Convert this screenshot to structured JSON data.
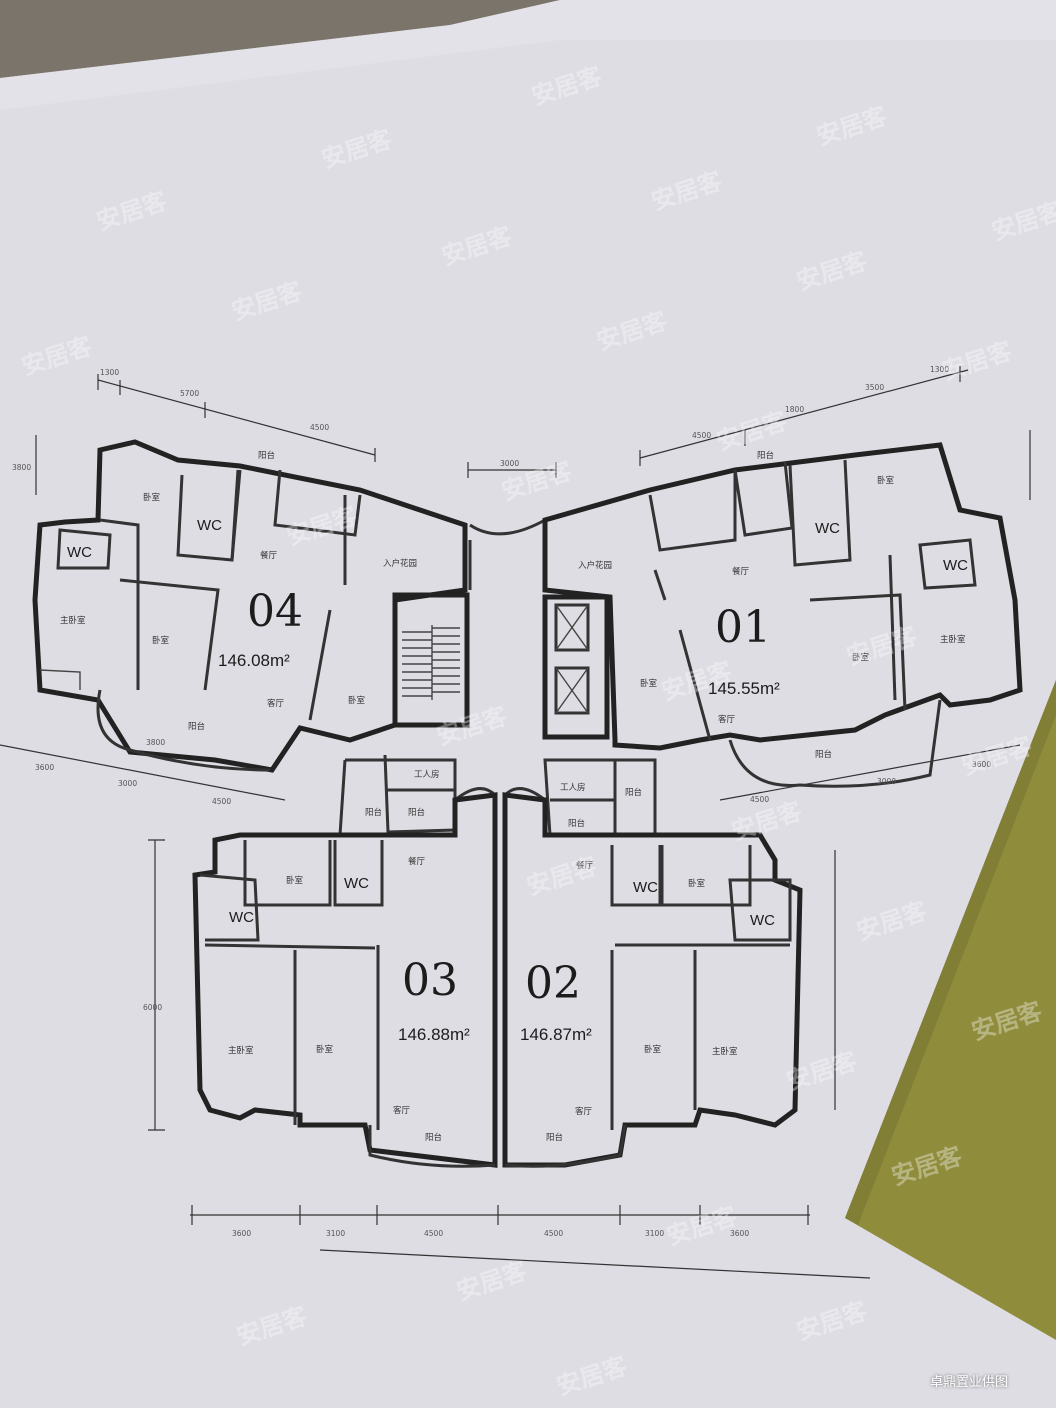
{
  "units": [
    {
      "id": "04",
      "area": "146.08m²"
    },
    {
      "id": "01",
      "area": "145.55m²"
    },
    {
      "id": "03",
      "area": "146.88m²"
    },
    {
      "id": "02",
      "area": "146.87m²"
    }
  ],
  "wc_label": "WC",
  "room_labels": {
    "bedroom": "卧室",
    "master_bedroom": "主卧室",
    "living": "客厅",
    "dining": "餐厅",
    "balcony": "阳台",
    "entry_garden": "入户花园",
    "maid_room": "工人房"
  },
  "dimensions": {
    "top_left": [
      "1300",
      "5700",
      "4500"
    ],
    "top_right": [
      "4500",
      "1800",
      "3500",
      "1300"
    ],
    "top_center": "3000",
    "mid_left": [
      "3600",
      "3000",
      "4500"
    ],
    "mid_right": [
      "4500",
      "3000",
      "3600"
    ],
    "bottom": [
      "3600",
      "3100",
      "4500",
      "4500",
      "3100",
      "3600"
    ],
    "side_top": "3800",
    "side_mid": "3800",
    "side_bottom": "6000"
  },
  "watermark": "安居客",
  "caption": "卓鼎置业供图"
}
